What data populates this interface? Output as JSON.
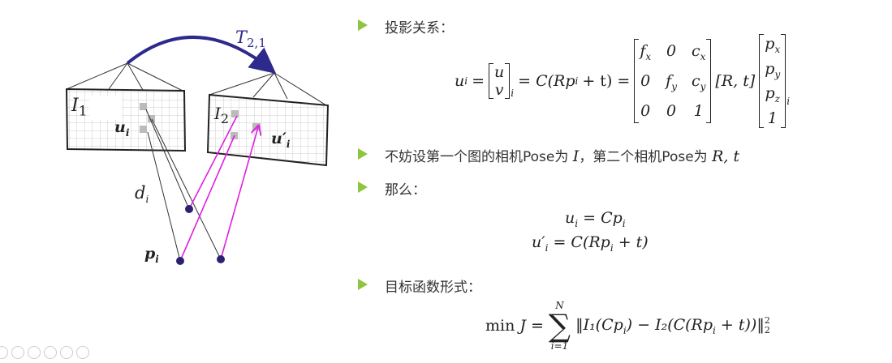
{
  "diagram": {
    "transform_label": "T",
    "transform_sub": "2,1",
    "image1_label": "I",
    "image1_sub": "1",
    "image2_label": "I",
    "image2_sub": "2",
    "pixel1_label": "u",
    "pixel1_sub": "i",
    "pixel2_label": "u′",
    "pixel2_sub": "i",
    "depth_label": "d",
    "depth_sub": "i",
    "point_label": "p",
    "point_sub": "i",
    "arc_color": "#2e2a8c",
    "ray_color": "#e020e0",
    "point_color": "#2a2270"
  },
  "bullets": [
    {
      "text": "投影关系："
    },
    {
      "text": "不妨设第一个图的相机Pose为",
      "i_symbol": "I",
      "mid": "，第二个相机Pose为",
      "rt": "R, t"
    },
    {
      "text": "那么："
    },
    {
      "text": "目标函数形式："
    }
  ],
  "equations": {
    "proj_lhs": "u",
    "proj_sub": "i",
    "proj_eq1": "=",
    "vec": [
      "u",
      "v"
    ],
    "proj_mid": "= C(Rp",
    "proj_mid2": " + t) =",
    "K": [
      [
        "f",
        "0",
        "c"
      ],
      [
        "0",
        "f",
        "c"
      ],
      [
        "0",
        "0",
        "1"
      ]
    ],
    "K_subs": [
      [
        "x",
        "",
        "x"
      ],
      [
        "",
        "y",
        "y"
      ],
      [
        "",
        "",
        ""
      ]
    ],
    "Rt": "[R, t]",
    "P": [
      "p",
      "p",
      "p",
      "1"
    ],
    "P_subs": [
      "x",
      "y",
      "z",
      ""
    ],
    "eq2a": "u",
    "eq2a_rhs": " = Cp",
    "eq2b": "u′",
    "eq2b_rhs": " = C(Rp",
    "eq2b_end": " + t)",
    "obj_min": "min",
    "obj_J": "J =",
    "obj_upper": "N",
    "obj_lower": "i=1",
    "obj_body": "‖I₁(Cp",
    "obj_body2": ") − I₂(C(Rp",
    "obj_body3": " + t))‖",
    "obj_pow": "2",
    "obj_norm_sub": "2"
  },
  "bullet_color": "#8cc63f",
  "controls": [
    "prev-icon",
    "play-icon",
    "pen-icon",
    "copy-icon",
    "zoom-icon",
    "menu-icon"
  ]
}
